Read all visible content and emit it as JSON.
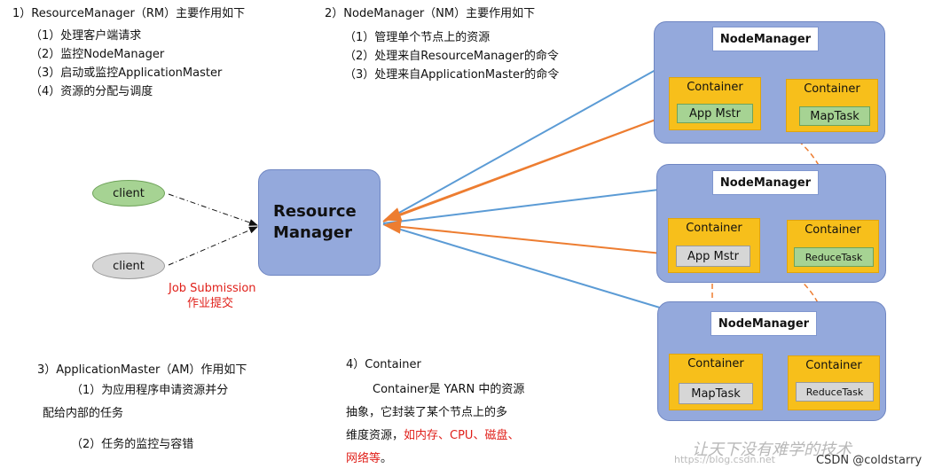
{
  "rm_section": {
    "title": "1）ResourceManager（RM）主要作用如下",
    "items": [
      "（1）处理客户端请求",
      "（2）监控NodeManager",
      "（3）启动或监控ApplicationMaster",
      "（4）资源的分配与调度"
    ]
  },
  "nm_section": {
    "title": "2）NodeManager（NM）主要作用如下",
    "items": [
      "（1）管理单个节点上的资源",
      "（2）处理来自ResourceManager的命令",
      "（3）处理来自ApplicationMaster的命令"
    ]
  },
  "am_section": {
    "title": "3）ApplicationMaster（AM）作用如下",
    "item1_line1": "（1）为应用程序申请资源并分",
    "item1_line2": "配给内部的任务",
    "item2": "（2）任务的监控与容错"
  },
  "container_section": {
    "title": "4）Container",
    "line1": "Container是 YARN 中的资源",
    "line2": "抽象，它封装了某个节点上的多",
    "line3_prefix": "维度资源，",
    "line3_red": "如内存、CPU、磁盘、",
    "line4_red": "网络等",
    "line4_suffix": "。"
  },
  "clients": [
    "client",
    "client"
  ],
  "job_submission": {
    "en": "Job Submission",
    "zh": "作业提交"
  },
  "resource_manager": {
    "line1": "Resource",
    "line2": "Manager"
  },
  "nodes": [
    {
      "label": "NodeManager",
      "containers": [
        {
          "title": "Container",
          "inner": "App Mstr"
        },
        {
          "title": "Container",
          "inner": "MapTask"
        }
      ]
    },
    {
      "label": "NodeManager",
      "containers": [
        {
          "title": "Container",
          "inner": "App Mstr"
        },
        {
          "title": "Container",
          "inner": "ReduceTask"
        }
      ]
    },
    {
      "label": "NodeManager",
      "containers": [
        {
          "title": "Container",
          "inner": "MapTask"
        },
        {
          "title": "Container",
          "inner": "ReduceTask"
        }
      ]
    }
  ],
  "watermark": "让天下没有难学的技术",
  "watermark_url": "https://blog.csdn.net",
  "csdn_credit": "CSDN @coldstarry",
  "colors": {
    "node_bg": "#94a9dc",
    "container_bg": "#f7bf1b",
    "blue_line": "#5b9bd5",
    "orange_line": "#ed7d31",
    "red_text": "#e0201a",
    "client_green": "#a6d393",
    "client_gray": "#d6d6d6"
  }
}
